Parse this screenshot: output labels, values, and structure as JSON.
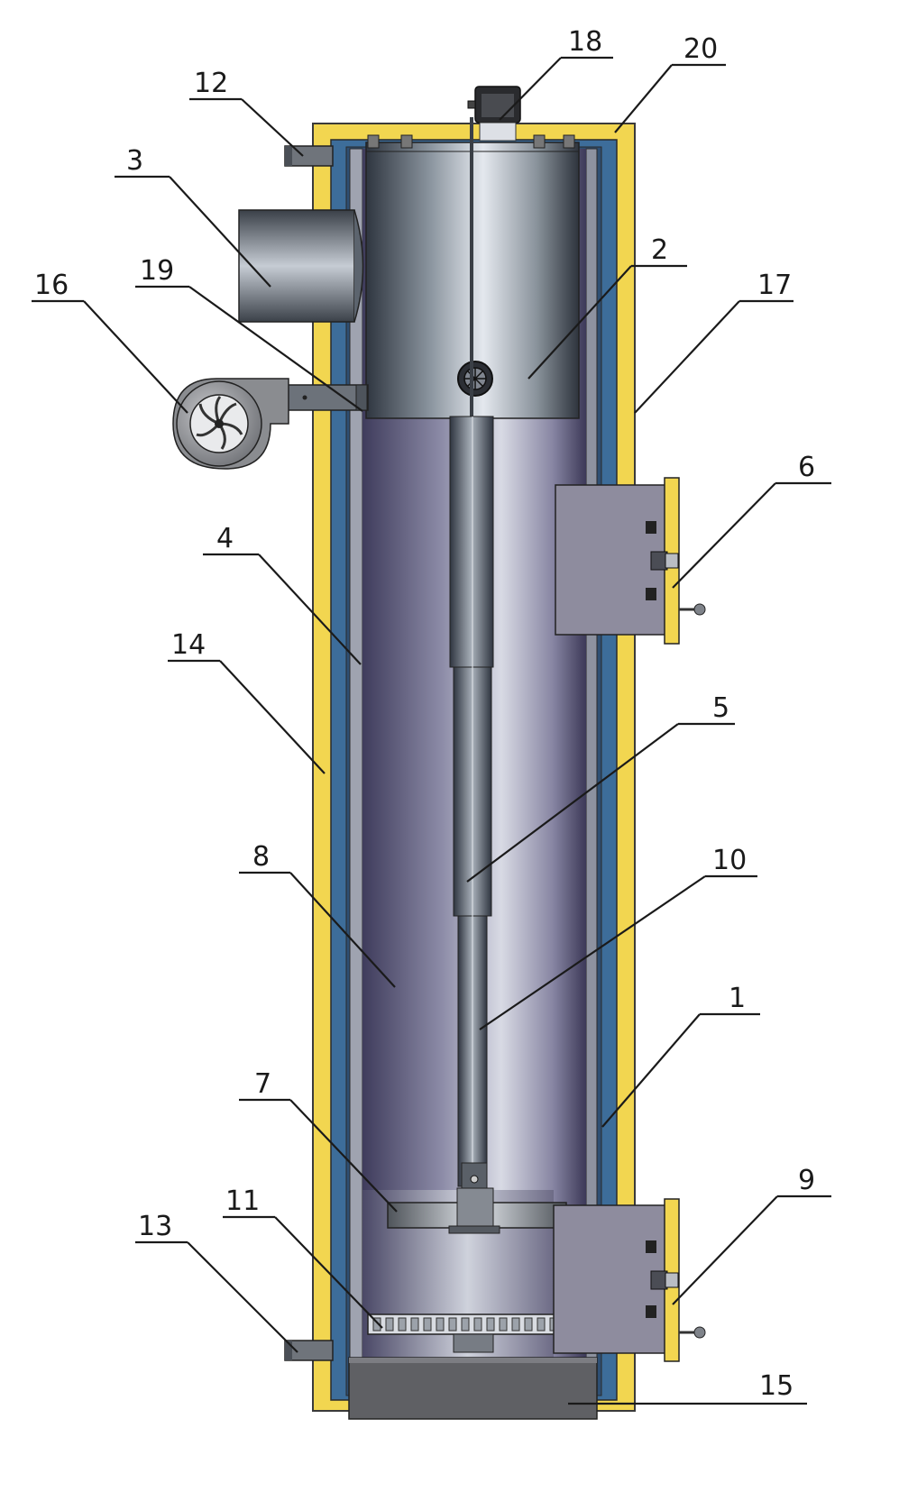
{
  "callouts": [
    {
      "id": "c1",
      "label": "1"
    },
    {
      "id": "c2",
      "label": "2"
    },
    {
      "id": "c3",
      "label": "3"
    },
    {
      "id": "c4",
      "label": "4"
    },
    {
      "id": "c5",
      "label": "5"
    },
    {
      "id": "c6",
      "label": "6"
    },
    {
      "id": "c7",
      "label": "7"
    },
    {
      "id": "c8",
      "label": "8"
    },
    {
      "id": "c9",
      "label": "9"
    },
    {
      "id": "c10",
      "label": "10"
    },
    {
      "id": "c11",
      "label": "11"
    },
    {
      "id": "c12",
      "label": "12"
    },
    {
      "id": "c13",
      "label": "13"
    },
    {
      "id": "c14",
      "label": "14"
    },
    {
      "id": "c15",
      "label": "15"
    },
    {
      "id": "c16",
      "label": "16"
    },
    {
      "id": "c17",
      "label": "17"
    },
    {
      "id": "c18",
      "label": "18"
    },
    {
      "id": "c19",
      "label": "19"
    },
    {
      "id": "c20",
      "label": "20"
    }
  ],
  "colors": {
    "insulation": "#f2d650",
    "water_jacket": "#3d6d9a",
    "shell_outline": "#3a3a3a",
    "chamber_dark": "#4e4b6b",
    "chamber_light": "#c9ccd8",
    "door_panel": "#8e8c9e",
    "base_plate": "#5f6064"
  }
}
